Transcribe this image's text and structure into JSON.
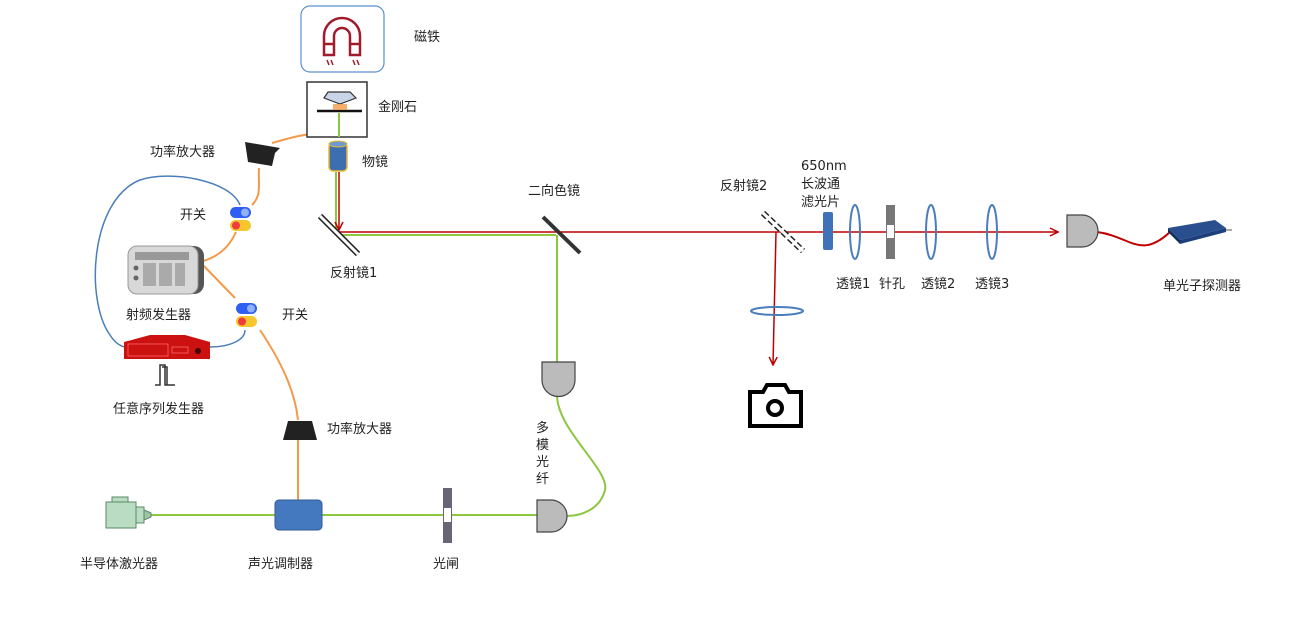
{
  "labels": {
    "magnet": "磁铁",
    "diamond": "金刚石",
    "objective": "物镜",
    "power_amp_1": "功率放大器",
    "switch_1": "开关",
    "rf_generator": "射频发生器",
    "switch_2": "开关",
    "awg": "任意序列发生器",
    "mirror_1": "反射镜1",
    "dichroic": "二向色镜",
    "mirror_2": "反射镜2",
    "filter": [
      "650nm",
      "长波通",
      "滤光片"
    ],
    "lens_1": "透镜1",
    "pinhole": "针孔",
    "lens_2": "透镜2",
    "lens_3": "透镜3",
    "spd": "单光子探测器",
    "power_amp_2": "功率放大器",
    "multimode_fiber": [
      "多",
      "模",
      "光",
      "纤"
    ],
    "laser": "半导体激光器",
    "aom": "声光调制器",
    "shutter": "光闸"
  },
  "colors": {
    "red_beam": "#c00000",
    "green_beam": "#8dc63f",
    "rf_line": "#f39a4a",
    "control_line": "#4a7ebb",
    "optic_blue": "#4a7ebb"
  },
  "icons": [
    "magnet-icon",
    "diamond-sample-icon",
    "camera-icon",
    "pulse-icon"
  ]
}
